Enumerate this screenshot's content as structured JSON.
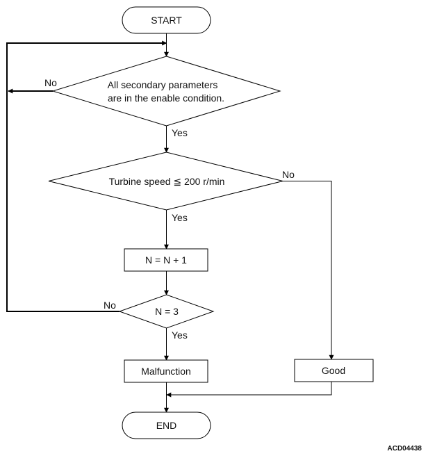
{
  "nodes": {
    "start": "START",
    "decision1_line1": "All secondary parameters",
    "decision1_line2": "are in the enable condition.",
    "decision2": "Turbine speed ≦ 200 r/min",
    "process_increment": "N = N + 1",
    "decision3": "N = 3",
    "malfunction": "Malfunction",
    "good": "Good",
    "end": "END"
  },
  "labels": {
    "d1_no": "No",
    "d1_yes": "Yes",
    "d2_no": "No",
    "d2_yes": "Yes",
    "d3_no": "No",
    "d3_yes": "Yes"
  },
  "figure_code": "ACD04438"
}
